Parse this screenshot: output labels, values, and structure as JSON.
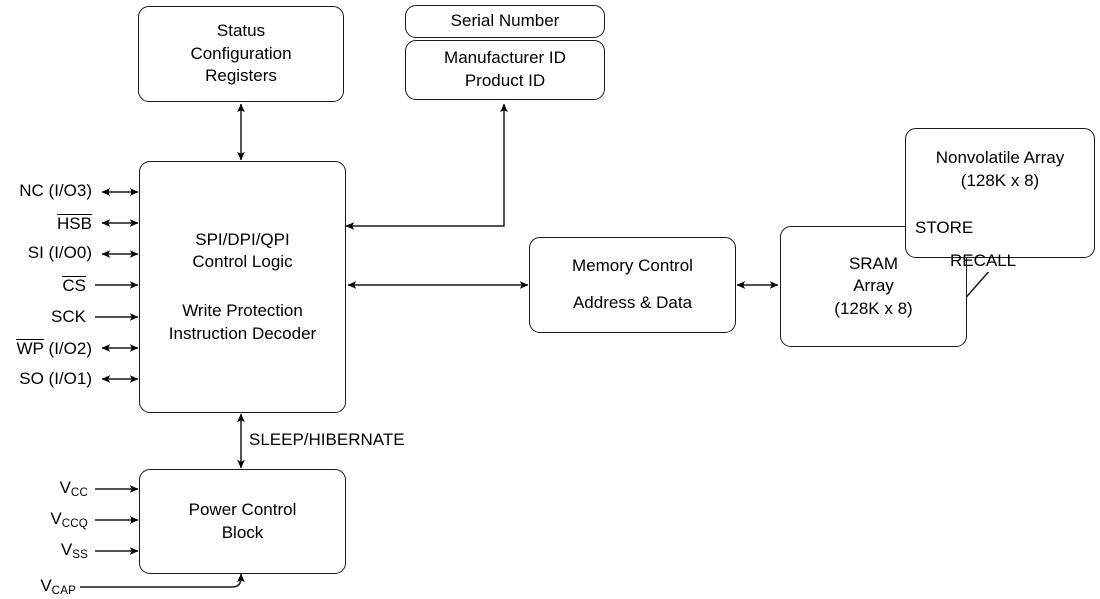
{
  "diagram": {
    "title": "Serial SPI/DPI/QPI nvSRAM Block Diagram",
    "background_color": "#ffffff",
    "line_color": "#1a1a1a",
    "text_color": "#000000"
  },
  "blocks": {
    "status_config": {
      "line1": "Status",
      "line2": "Configuration",
      "line3": "Registers"
    },
    "serial_number": {
      "line1": "Serial Number"
    },
    "manufacturer_id": {
      "line1": "Manufacturer ID",
      "line2": "Product ID"
    },
    "control_logic": {
      "line1": "SPI/DPI/QPI",
      "line2": "Control Logic",
      "line3": "Write Protection",
      "line4": "Instruction Decoder"
    },
    "memory_control": {
      "line1": "Memory Control",
      "line2": "Address & Data"
    },
    "sram_array": {
      "line1": "SRAM",
      "line2": "Array",
      "line3": "(128K x 8)"
    },
    "nonvolatile_array": {
      "line1": "Nonvolatile Array",
      "line2": "(128K x 8)"
    },
    "power_control": {
      "line1": "Power Control",
      "line2": "Block"
    }
  },
  "pins": {
    "nc_io3": {
      "label": "NC (I/O3)",
      "overline": "",
      "direction": "bidirectional"
    },
    "hsb": {
      "label": "",
      "overline": "HSB",
      "direction": "bidirectional"
    },
    "si_io0": {
      "label": "SI (I/O0)",
      "overline": "",
      "direction": "bidirectional"
    },
    "cs": {
      "label": "",
      "overline": "CS",
      "direction": "input"
    },
    "sck": {
      "label": "SCK",
      "overline": "",
      "direction": "input"
    },
    "wp_io2": {
      "label": " (I/O2)",
      "overline": "WP",
      "direction": "bidirectional"
    },
    "so_io1": {
      "label": "SO (I/O1)",
      "overline": "",
      "direction": "bidirectional"
    }
  },
  "power_pins": {
    "vcc": {
      "base": "V",
      "sub": "CC",
      "direction": "input"
    },
    "vccq": {
      "base": "V",
      "sub": "CCQ",
      "direction": "input"
    },
    "vss": {
      "base": "V",
      "sub": "SS",
      "direction": "input"
    },
    "vcap": {
      "base": "V",
      "sub": "CAP",
      "direction": "input"
    }
  },
  "connection_labels": {
    "sleep_hibernate": "SLEEP/HIBERNATE",
    "store": "STORE",
    "recall": "RECALL"
  }
}
